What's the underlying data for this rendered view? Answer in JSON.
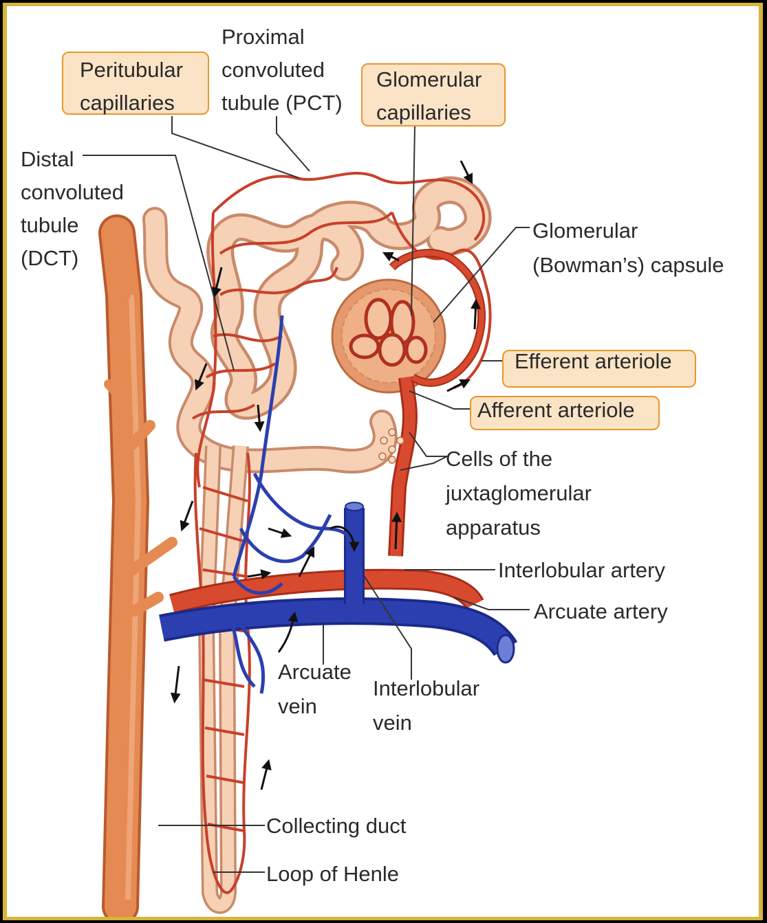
{
  "labels": {
    "proximal_line1": "Proximal",
    "proximal_line2": "convoluted",
    "proximal_line3": "tubule (PCT)",
    "peritubular_line1": "Peritubular",
    "peritubular_line2": "capillaries",
    "glomerular_cap_line1": "Glomerular",
    "glomerular_cap_line2": "capillaries",
    "distal_line1": "Distal",
    "distal_line2": "convoluted",
    "distal_line3": "tubule",
    "distal_line4": "(DCT)",
    "capsule_line1": "Glomerular",
    "capsule_line2": "(Bowman’s) capsule",
    "efferent": "Efferent arteriole",
    "afferent": "Afferent arteriole",
    "jga_line1": "Cells of the",
    "jga_line2": "juxtaglomerular",
    "jga_line3": "apparatus",
    "interlobular_artery": "Interlobular artery",
    "arcuate_artery": "Arcuate artery",
    "arcuate_vein_line1": "Arcuate",
    "arcuate_vein_line2": "vein",
    "interlobular_vein_line1": "Interlobular",
    "interlobular_vein_line2": "vein",
    "collecting_duct": "Collecting duct",
    "loop_of_henle": "Loop of Henle"
  },
  "colors": {
    "frame": "#000000",
    "frame_border": "#d8b43a",
    "highlight_fill": "#fbe3c6",
    "highlight_border": "#e8962c",
    "artery": "#c8402a",
    "vein": "#2b3fb0",
    "tubule": "#f2c2a2",
    "duct": "#e0804a"
  },
  "highlighted_labels": [
    "Peritubular capillaries",
    "Glomerular capillaries",
    "Efferent arteriole",
    "Afferent arteriole"
  ]
}
